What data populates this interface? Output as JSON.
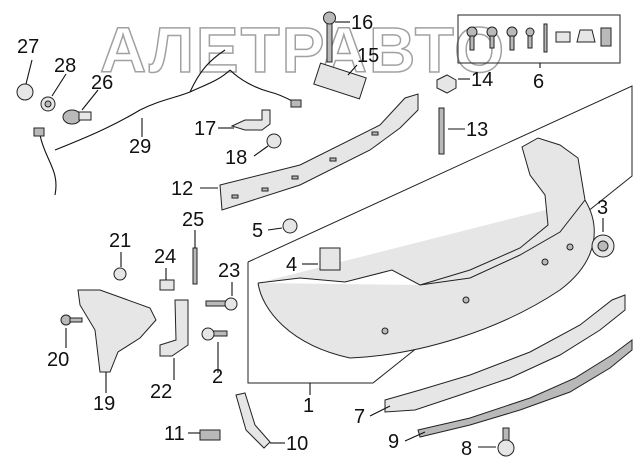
{
  "watermark": "АЛЕТРАВТО",
  "callouts": {
    "c1": "1",
    "c2": "2",
    "c3": "3",
    "c4": "4",
    "c5": "5",
    "c6": "6",
    "c7": "7",
    "c8": "8",
    "c9": "9",
    "c10": "10",
    "c11": "11",
    "c12": "12",
    "c13": "13",
    "c14": "14",
    "c15": "15",
    "c16": "16",
    "c17": "17",
    "c18": "18",
    "c19": "19",
    "c20": "20",
    "c21": "21",
    "c22": "22",
    "c23": "23",
    "c24": "24",
    "c25": "25",
    "c26": "26",
    "c27": "27",
    "c28": "28",
    "c29": "29"
  },
  "colors": {
    "line": "#111111",
    "part_fill": "#e6e6e6",
    "background": "#ffffff"
  }
}
